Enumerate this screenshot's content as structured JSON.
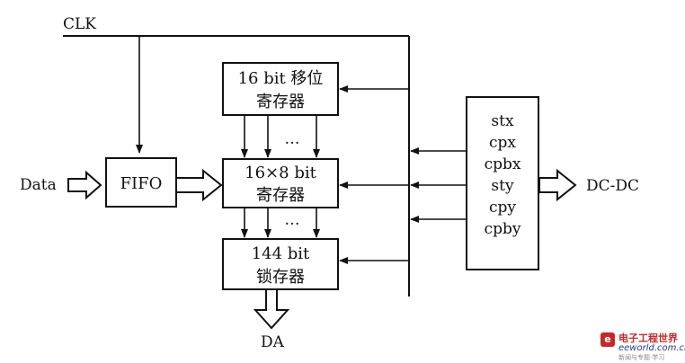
{
  "labels": {
    "clk": "CLK",
    "data": "Data",
    "da": "DA",
    "dcdc": "DC-DC",
    "dots": "…"
  },
  "blocks": {
    "fifo": "FIFO",
    "shift_reg": {
      "line1": "16 bit 移位",
      "line2": "寄存器"
    },
    "reg16x8": {
      "line1": "16×8 bit",
      "line2": "寄存器"
    },
    "latch144": {
      "line1": "144 bit",
      "line2": "锁存器"
    }
  },
  "signals": [
    "stx",
    "cpx",
    "cpbx",
    "sty",
    "cpy",
    "cpby"
  ],
  "watermark": {
    "logo": "e",
    "brand": "电子工程世界",
    "site": "eeworld.com.cn",
    "slogan": "新闻与专题·学习"
  }
}
